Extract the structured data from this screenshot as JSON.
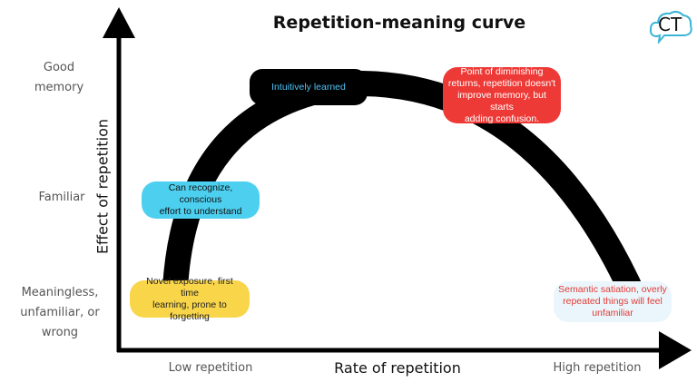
{
  "title": "Repetition-meaning curve",
  "logo": {
    "text": "CT",
    "icon": "cloud-icon",
    "color": "#3ab5d6"
  },
  "y_axis": {
    "title": "Effect of repetition",
    "levels": [
      {
        "id": "good",
        "lines": [
          "Good",
          "memory"
        ]
      },
      {
        "id": "familiar",
        "lines": [
          "Familiar"
        ]
      },
      {
        "id": "meaningless",
        "lines": [
          "Meaningless,",
          "unfamiliar, or",
          "wrong"
        ]
      }
    ]
  },
  "x_axis": {
    "title": "Rate of repetition",
    "low": "Low repetition",
    "high": "High repetition"
  },
  "stages": [
    {
      "id": "novel",
      "lines": [
        "Novel exposure, first time",
        "learning, prone to forgetting"
      ],
      "bg": "#f9d54a",
      "fg": "#222222"
    },
    {
      "id": "recognize",
      "lines": [
        "Can recognize, conscious",
        "effort to understand"
      ],
      "bg": "#4dd0f0",
      "fg": "#111111"
    },
    {
      "id": "intuitive",
      "lines": [
        "Intuitively learned"
      ],
      "bg": "#000000",
      "fg": "#4fc3f7"
    },
    {
      "id": "diminishing",
      "lines": [
        "Point of diminishing",
        "returns, repetition doesn't",
        "improve memory, but starts",
        "adding confusion."
      ],
      "bg": "#ee3a36",
      "fg": "#ffffff"
    },
    {
      "id": "satiation",
      "lines": [
        "Semantic satiation, overly",
        "repeated things will feel",
        "unfamiliar"
      ],
      "bg": "#eaf6fb",
      "fg": "#e53935"
    }
  ],
  "colors": {
    "curve": "#000000",
    "axis": "#000000"
  }
}
